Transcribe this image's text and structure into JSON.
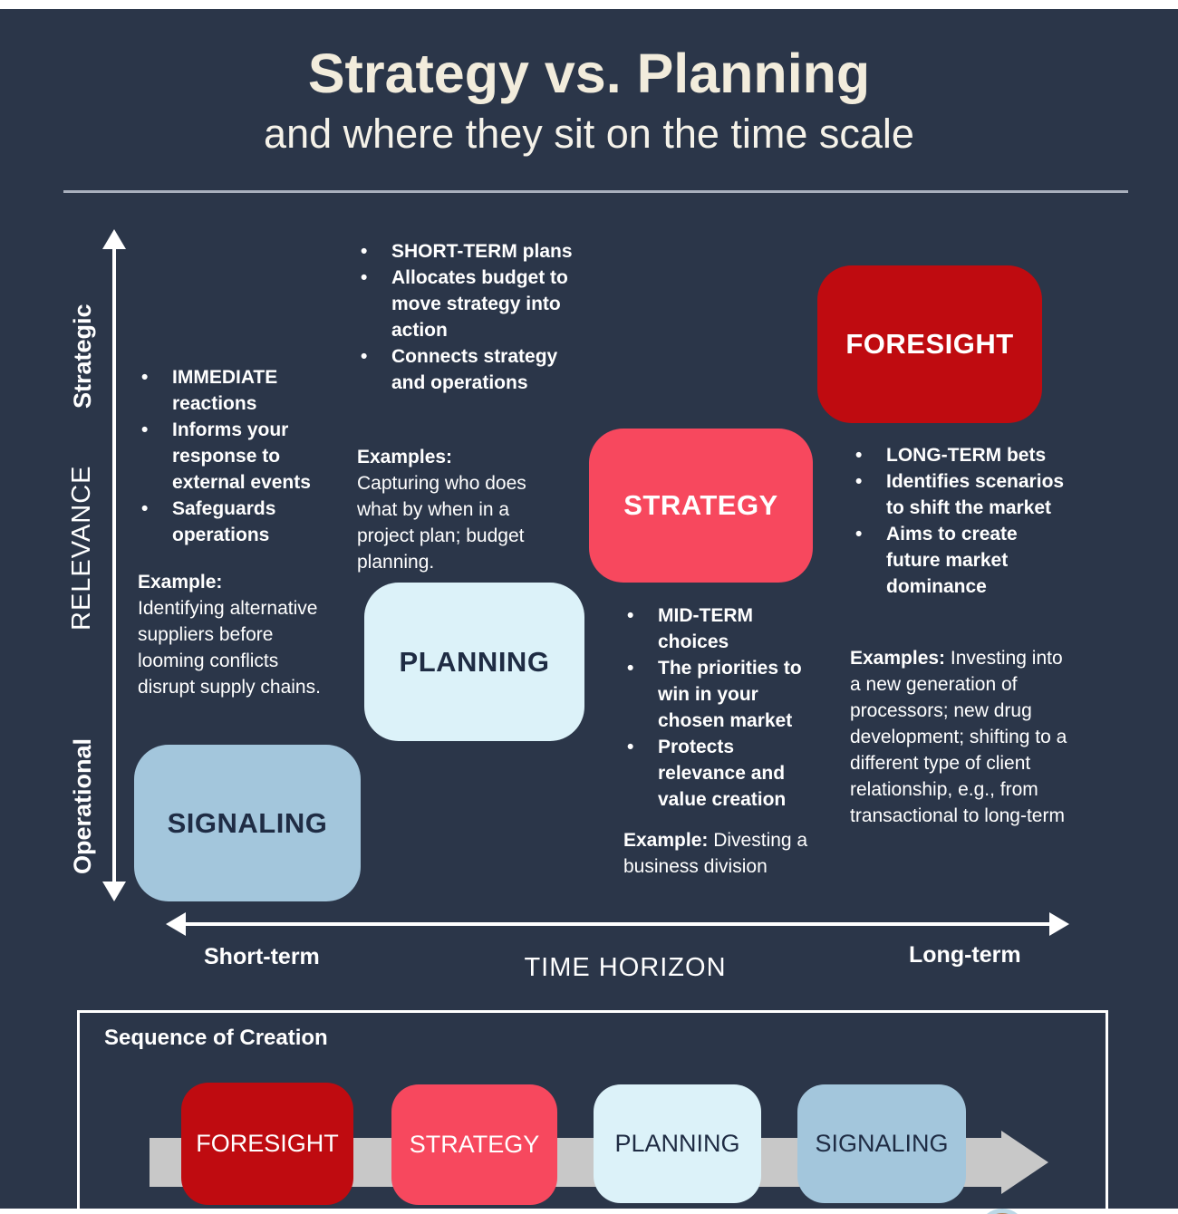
{
  "header": {
    "title": "Strategy vs. Planning",
    "subtitle": "and where they sit on the time scale"
  },
  "colors": {
    "background": "#2b3649",
    "title_cream": "#f2ecdc",
    "signaling_box": "#a3c6dc",
    "planning_box": "#dcf2f9",
    "strategy_box": "#f7485e",
    "foresight_box": "#bf0b10",
    "sequence_arrow_gray": "#c8c8c8",
    "dark_navy_text": "#1f2c44"
  },
  "axes": {
    "y_top_label": "Strategic",
    "y_axis_label": "RELEVANCE",
    "y_bottom_label": "Operational",
    "x_left_label": "Short-term",
    "x_axis_label": "TIME HORIZON",
    "x_right_label": "Long-term"
  },
  "quadrants": {
    "signaling": {
      "label": "SIGNALING",
      "bullets": [
        "IMMEDIATE reactions",
        "Informs your response to external events",
        "Safeguards operations"
      ],
      "example_label": "Example:",
      "example_text": "Identifying alternative suppliers before looming conflicts disrupt supply chains."
    },
    "planning": {
      "label": "PLANNING",
      "bullets": [
        "SHORT-TERM plans",
        "Allocates budget to move strategy into action",
        "Connects strategy and operations"
      ],
      "example_label": "Examples:",
      "example_text": "Capturing who does what by when in a project plan; budget planning."
    },
    "strategy": {
      "label": "STRATEGY",
      "bullets": [
        "MID-TERM choices",
        "The priorities to win in your chosen market",
        "Protects relevance and value creation"
      ],
      "example_label": "Example:",
      "example_text": "Divesting a business division"
    },
    "foresight": {
      "label": "FORESIGHT",
      "bullets": [
        "LONG-TERM bets",
        "Identifies scenarios to shift the market",
        "Aims to create future market dominance"
      ],
      "example_label": "Examples:",
      "example_text": "Investing into a new generation of processors; new drug development; shifting to a different type of client relationship, e.g., from transactional to long-term"
    }
  },
  "sequence": {
    "title": "Sequence of Creation",
    "items": [
      {
        "label": "FORESIGHT"
      },
      {
        "label": "STRATEGY"
      },
      {
        "label": "PLANNING"
      },
      {
        "label": "SIGNALING"
      }
    ]
  }
}
